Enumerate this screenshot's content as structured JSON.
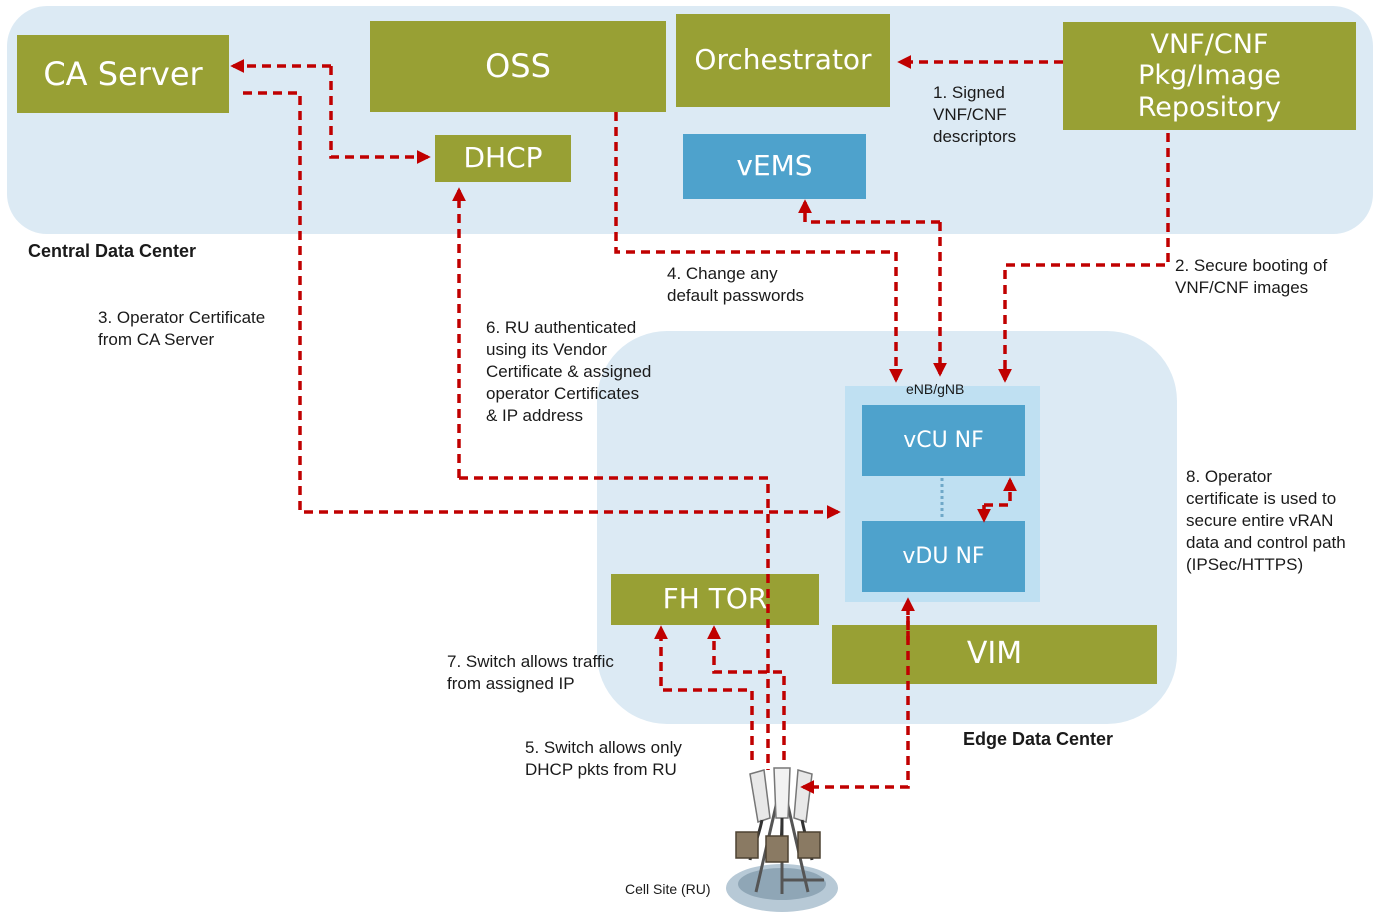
{
  "zones": {
    "central_label": "Central Data Center",
    "edge_label": "Edge Data Center"
  },
  "boxes": {
    "ca_server": "CA Server",
    "oss": "OSS",
    "orchestrator": "Orchestrator",
    "repository": "VNF/CNF\nPkg/Image\nRepository",
    "dhcp": "DHCP",
    "vems": "vEMS",
    "enb_gnb": "eNB/gNB",
    "vcu": "vCU NF",
    "vdu": "vDU NF",
    "fh_tor": "FH TOR",
    "vim": "VIM"
  },
  "steps": {
    "s1": "1. Signed\nVNF/CNF\ndescriptors",
    "s2": "2. Secure booting of\nVNF/CNF images",
    "s3": "3. Operator Certificate\nfrom CA Server",
    "s4": "4. Change any\ndefault passwords",
    "s5": "5. Switch allows only\nDHCP pkts from RU",
    "s6": "6. RU authenticated\nusing its Vendor\nCertificate & assigned\noperator Certificates\n& IP address",
    "s7": "7. Switch allows traffic\nfrom assigned IP",
    "s8": "8. Operator\ncertificate is used to\nsecure entire vRAN\ndata and control path\n(IPSec/HTTPS)"
  },
  "cell_site_label": "Cell Site (RU)",
  "colors": {
    "zone_fill": "#dceaf4",
    "box_green": "#98a034",
    "box_blue": "#4ea2cc",
    "enb_panel": "#bfe0f2",
    "arrow": "#c00000"
  }
}
